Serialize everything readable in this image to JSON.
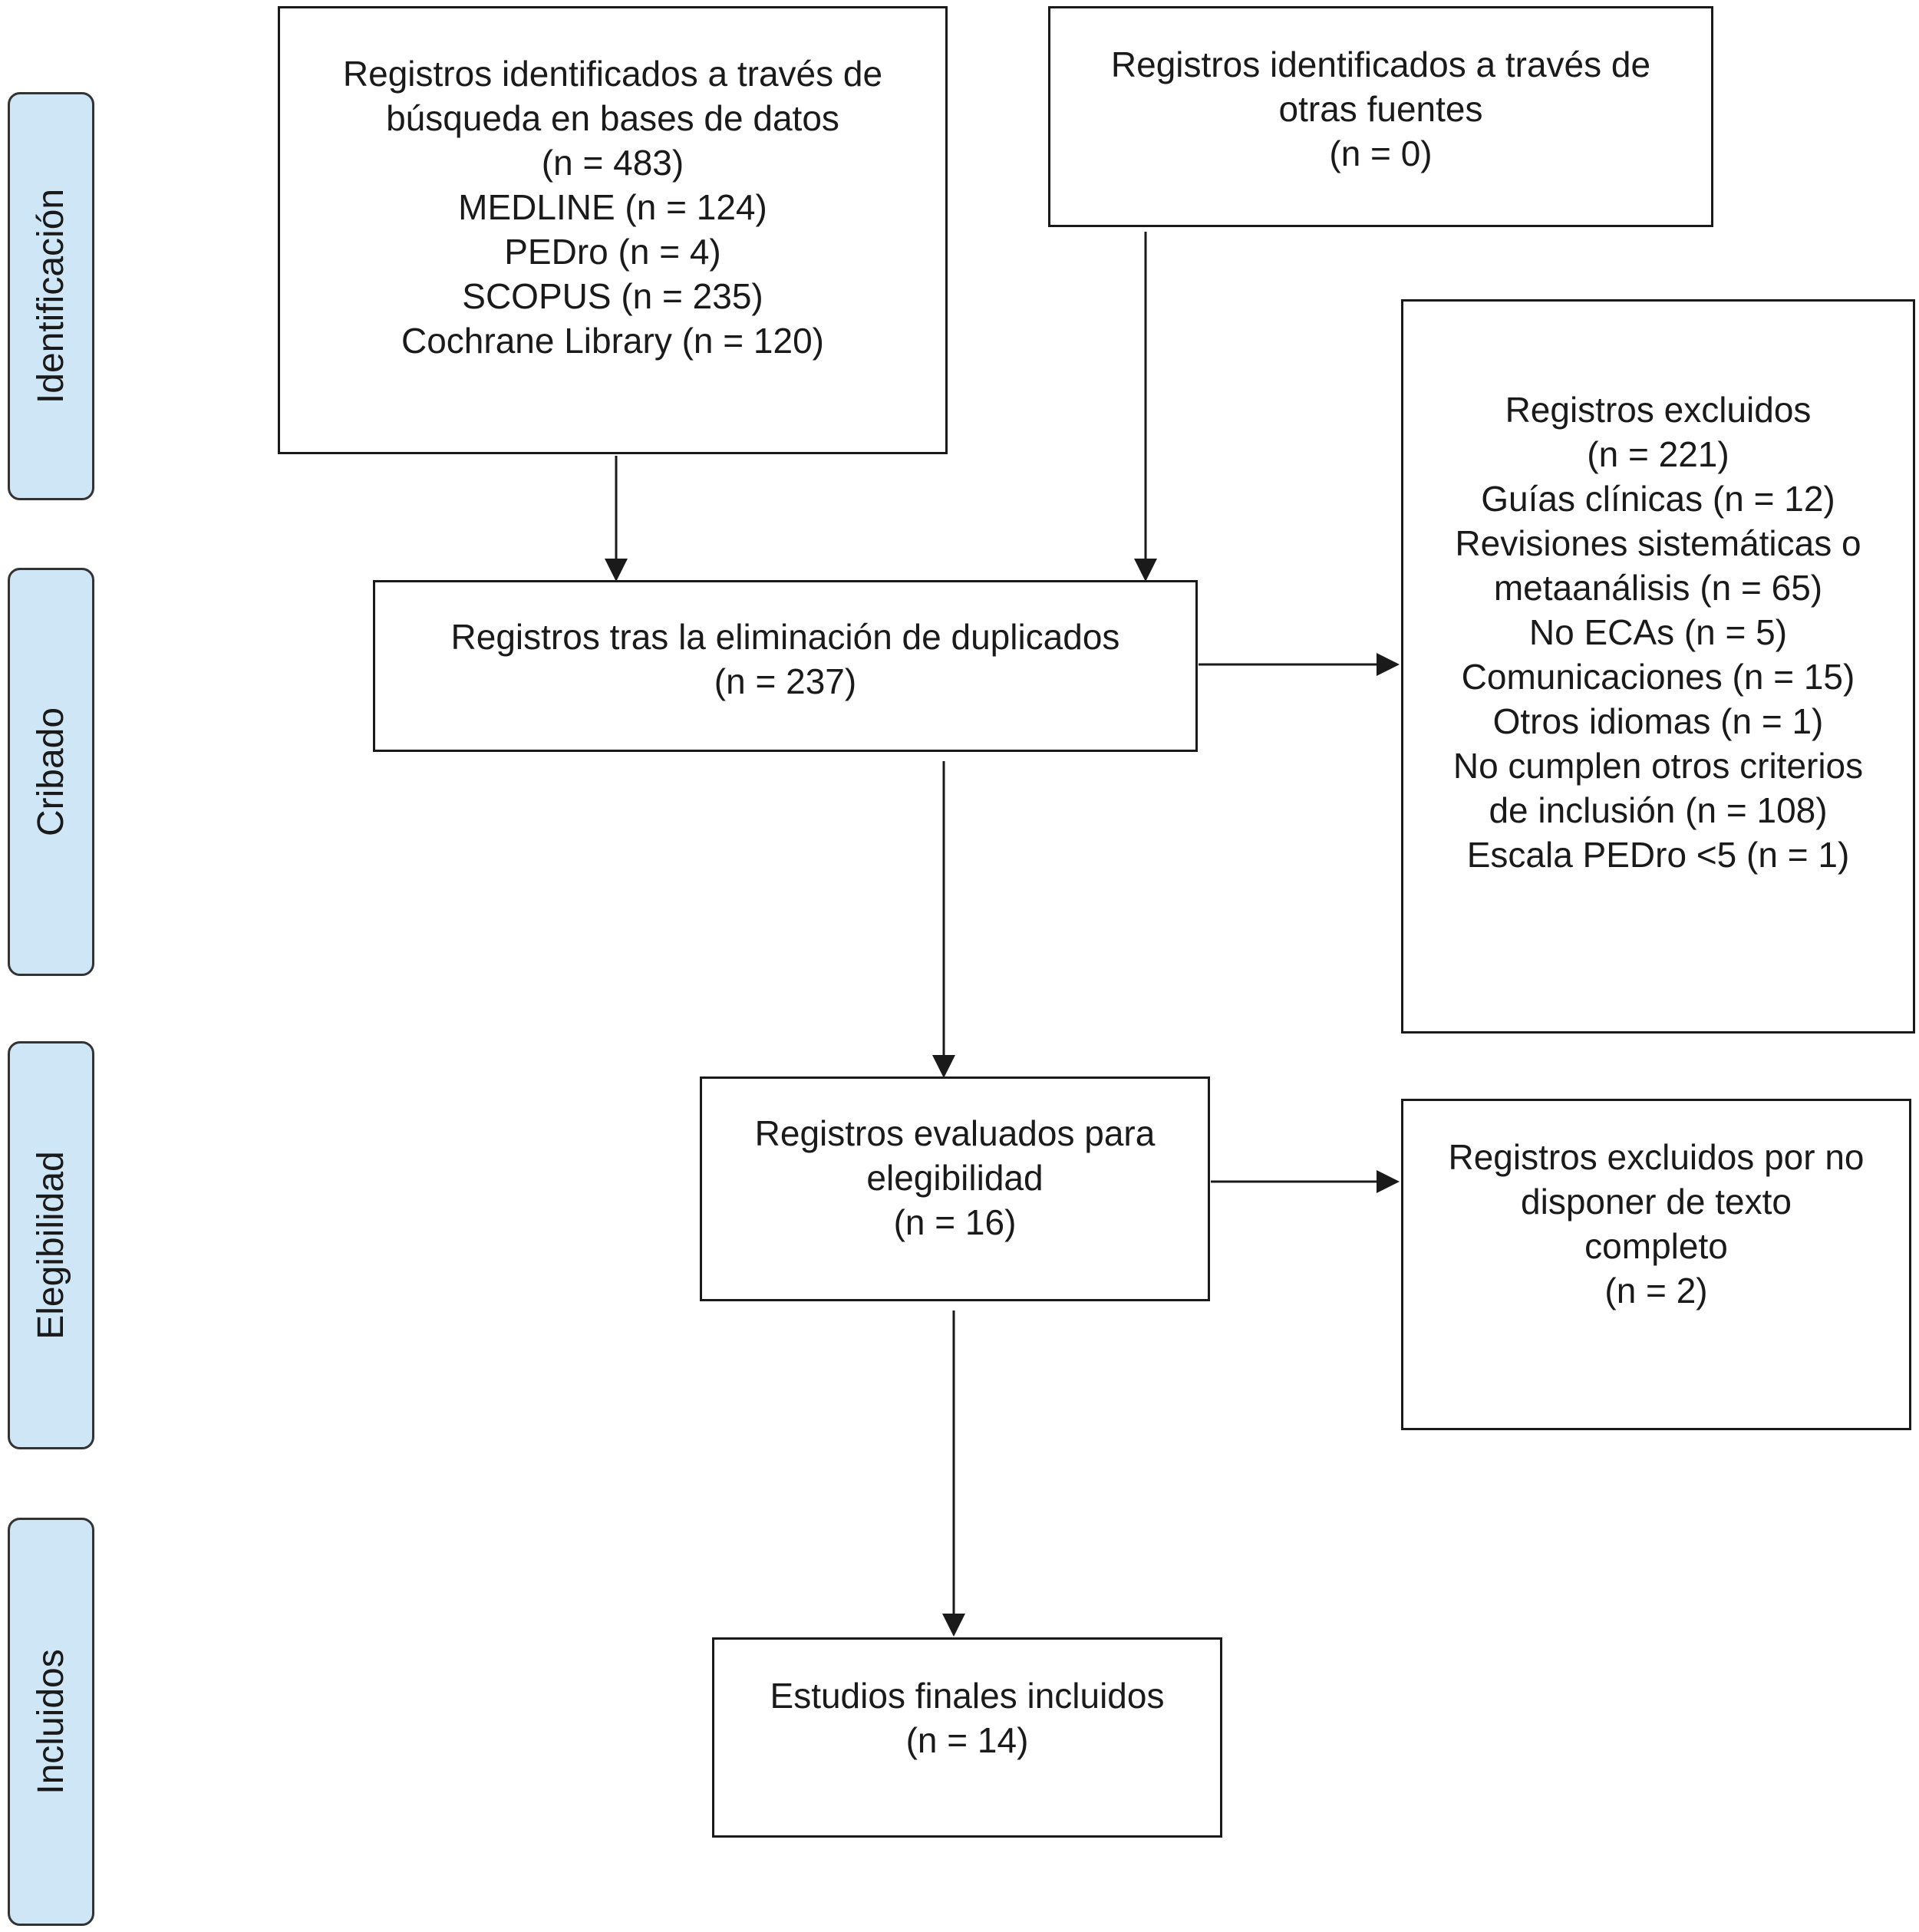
{
  "phases": [
    {
      "label": "Identificación"
    },
    {
      "label": "Cribado"
    },
    {
      "label": "Elegibilidad"
    },
    {
      "label": "Incluidos"
    }
  ],
  "boxes": {
    "databases": {
      "lines": [
        "Registros identificados a través de",
        "búsqueda en bases de datos",
        "(n = 483)",
        "MEDLINE (n = 124)",
        "PEDro (n = 4)",
        "SCOPUS (n = 235)",
        "Cochrane Library (n = 120)"
      ]
    },
    "other_sources": {
      "lines": [
        "Registros identificados a través de",
        "otras fuentes",
        "(n = 0)"
      ]
    },
    "after_duplicates": {
      "lines": [
        "Registros tras la eliminación de duplicados",
        "(n = 237)"
      ]
    },
    "excluded": {
      "lines": [
        "Registros excluidos",
        "(n = 221)",
        "Guías clínicas (n = 12)",
        "Revisiones sistemáticas o",
        "metaanálisis (n = 65)",
        "No ECAs (n = 5)",
        "Comunicaciones (n = 15)",
        "Otros idiomas (n = 1)",
        "No cumplen otros criterios",
        "de inclusión (n = 108)",
        "Escala PEDro <5 (n = 1)"
      ]
    },
    "eligibility": {
      "lines": [
        "Registros evaluados para",
        "elegibilidad",
        "(n = 16)"
      ]
    },
    "excluded_fulltext": {
      "lines": [
        "Registros excluidos por no",
        "disponer de texto",
        "completo",
        "(n = 2)"
      ]
    },
    "included": {
      "lines": [
        "Estudios finales incluidos",
        "(n = 14)"
      ]
    }
  }
}
